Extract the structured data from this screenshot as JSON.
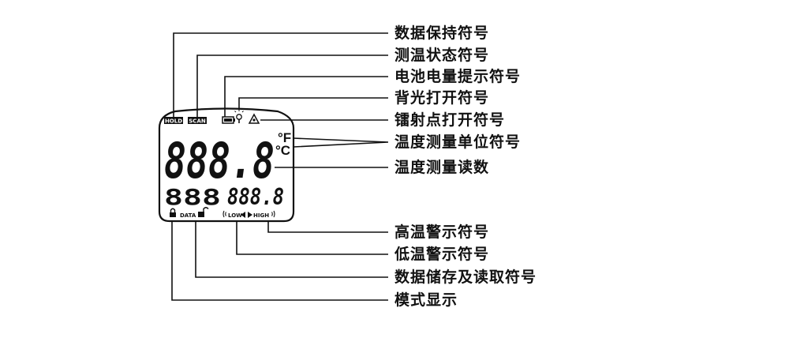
{
  "lcd": {
    "hold_tag": "HOLD",
    "scan_tag": "SCAN",
    "main_reading": "888.8",
    "unit_f": "°F",
    "unit_c": "°C",
    "mode_chars": "888",
    "sub_reading": "888.8",
    "data_label": "DATA",
    "low_label": "LOW",
    "high_label": "HIGH"
  },
  "labels": {
    "hold": "数据保持符号",
    "scan": "测温状态符号",
    "battery": "电池电量提示符号",
    "backlight": "背光打开符号",
    "laser": "镭射点打开符号",
    "unit": "温度测量单位符号",
    "reading": "温度测量读数",
    "high_alarm": "高温警示符号",
    "low_alarm": "低温警示符号",
    "data_store": "数据储存及读取符号",
    "mode": "模式显示"
  }
}
